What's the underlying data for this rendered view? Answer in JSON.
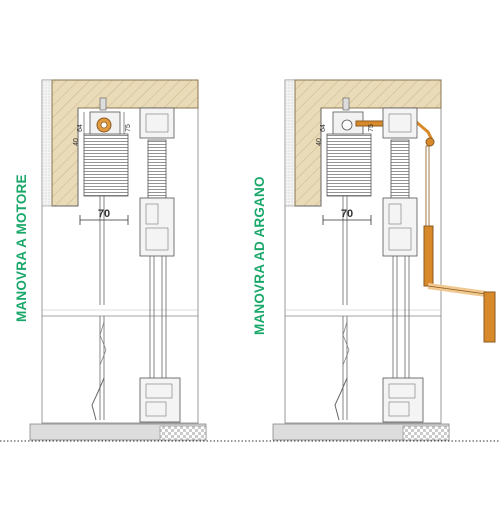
{
  "colors": {
    "label_green": "#1aa86a",
    "wood": "#e8d6b0",
    "crank_orange": "#d88a2a",
    "line": "#555555"
  },
  "left_panel": {
    "label": "MANOVRA A MOTORE",
    "dimensions": {
      "width": "70",
      "a": "64",
      "b": "40",
      "c": "75"
    }
  },
  "right_panel": {
    "label": "MANOVRA AD ARGANO",
    "dimensions": {
      "width": "70",
      "a": "64",
      "b": "40",
      "c": "75"
    }
  }
}
